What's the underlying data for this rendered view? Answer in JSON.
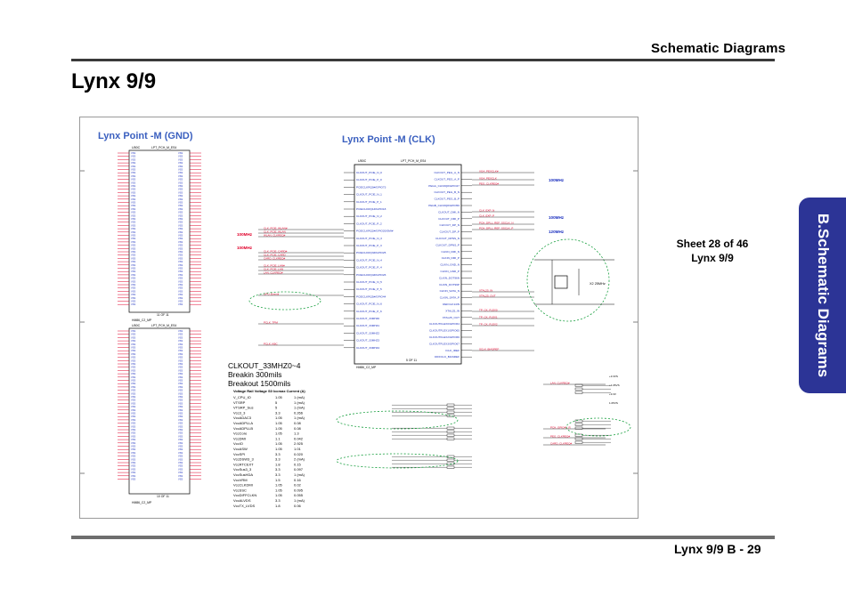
{
  "header": {
    "title": "Schematic Diagrams"
  },
  "page": {
    "heading": "Lynx 9/9"
  },
  "side_tab": {
    "label": "B.Schematic Diagrams"
  },
  "sheet": {
    "line1": "Sheet 28 of 46",
    "line2": "Lynx 9/9"
  },
  "footer": {
    "text": "Lynx 9/9  B - 29"
  },
  "schematic": {
    "gnd_title": "Lynx Point -M (GND)",
    "clk_title": "Lynx Point -M (CLK)",
    "chip_label": "U50C",
    "chip_part": "LPT_PCH_M_ES4",
    "chip1_footer": "11 OF 11",
    "chip2_footer": "10 OF 11",
    "chip3_footer": "5 OF 11",
    "chip_name_gnd": "HM86_C2_MP",
    "freq_100": "100MHz",
    "freq_120": "120MHz",
    "clk_rule1": "CLKOUT_33MHZ0~4",
    "clk_rule2": "Breakin  300mils",
    "clk_rule3": "Breakout  1500mils",
    "table_header": "Voltage Rail   Voltage   S0 Iccmax Current (A)",
    "rails": [
      [
        "V_CPU_IO",
        "1.05",
        "1 (mA)"
      ],
      [
        "VTSRP",
        "5",
        "1 (mA)"
      ],
      [
        "VTSRP_Sus",
        "5",
        "1 (mA)"
      ],
      [
        "Vcc3_3",
        "3.3",
        "0.266"
      ],
      [
        "VccADAC3",
        "1.05",
        "1 (mA)"
      ],
      [
        "VccADPLLA",
        "1.05",
        "0.08"
      ],
      [
        "VccADPLLB",
        "1.05",
        "0.08"
      ],
      [
        "VccCore",
        "1.05",
        "1.3"
      ],
      [
        "VccDMI",
        "1.1",
        "0.042"
      ],
      [
        "VccIO",
        "1.05",
        "2.925"
      ],
      [
        "VccASW",
        "1.05",
        "1.01"
      ],
      [
        "VccSPI",
        "3.3",
        "0.020"
      ],
      [
        "VccDSW3_3",
        "3.3",
        "2 (mA)"
      ],
      [
        "VccRTCEXT",
        "1.8",
        "0.15"
      ],
      [
        "VccSus3_3",
        "3.3",
        "0.097"
      ],
      [
        "VccSusHDA",
        "3.3",
        "1 (mA)"
      ],
      [
        "VccVRM",
        "1.5",
        "0.16"
      ],
      [
        "VccCLKDMI",
        "1.05",
        "0.02"
      ],
      [
        "VccSSC",
        "1.05",
        "0.095"
      ],
      [
        "VccDIFFCLKN",
        "1.05",
        "0.055"
      ],
      [
        "VccALVDS",
        "3.3",
        "1 (mA)"
      ],
      [
        "VccTX_LVDS",
        "1.8",
        "0.06"
      ]
    ],
    "clk_pins": [
      "CLKOUT_PCIE_N_0",
      "CLKOUT_PCIE_P_0",
      "PCIECLKRQ0#/GPIO73",
      "CLKOUT_PCIE_N_1",
      "CLKOUT_PCIE_P_1",
      "PCIECLKRQ1#/GPIO18",
      "CLKOUT_PCIE_N_2",
      "CLKOUT_PCIE_P_2",
      "PCIECLKRQ2#/GPIO20/SMI#",
      "CLKOUT_PCIE_N_3",
      "CLKOUT_PCIE_P_3",
      "PCIECLKRQ3#/GPIO25",
      "CLKOUT_PCIE_N_4",
      "CLKOUT_PCIE_P_4",
      "PCIECLKRQ4#/GPIO26",
      "CLKOUT_PCIE_N_5",
      "CLKOUT_PCIE_P_5",
      "PCIECLKRQ5#/GPIO44",
      "CLKOUT_PCIE_N_6",
      "CLKOUT_PCIE_P_6",
      "CLKOUT_33MHZ0",
      "CLKOUT_33MHZ1",
      "CLKOUT_33MHZ2",
      "CLKOUT_33MHZ3",
      "CLKOUT_33MHZ4"
    ],
    "clk_pins_right": [
      "CLKOUT_PEG_A_N",
      "CLKOUT_PEG_A_P",
      "PEGA_CLKRQ#/GPIO47",
      "CLKOUT_PEG_B_N",
      "CLKOUT_PEG_B_P",
      "PEGB_CLKRQ#/GPIO56",
      "CLKOUT_DMI_N",
      "CLKOUT_DMI_P",
      "CLKOUT_DP_N",
      "CLKOUT_DP_P",
      "CLKOUT_DPNS_N",
      "CLKOUT_DPNS_P",
      "CLKIN_DMI_N",
      "CLKIN_DMI_P",
      "CLKIN_GND_N",
      "CLKIN_GND_P",
      "CLKIN_DOT96N",
      "CLKIN_DOT96P",
      "CLKIN_SATA_N",
      "CLKIN_SATA_P",
      "REFCLK14IN",
      "XTAL25_IN",
      "XTAL25_OUT",
      "CLKOUTFLEX0/GPIO64",
      "CLKOUTFLEX1/GPIO65",
      "CLKOUTFLEX2/GPIO66",
      "CLKOUTFLEX3/GPIO67",
      "ICLK_IREF",
      "DIFFCLK_BIASREF"
    ],
    "gnd_pins": [
      "VSS",
      "VSS",
      "VSS",
      "VSS",
      "VSS",
      "VSS",
      "VSS",
      "VSS",
      "VSS",
      "VSS",
      "VSS",
      "VSS",
      "VSS",
      "VSS",
      "VSS",
      "VSS",
      "VSS",
      "VSS",
      "VSS",
      "VSS",
      "VSS",
      "VSS",
      "VSS",
      "VSS",
      "VSS",
      "VSS",
      "VSS",
      "VSS",
      "VSS",
      "VSS",
      "VSS",
      "VSS",
      "VSS",
      "VSS",
      "VSS",
      "VSS",
      "VSS",
      "VSS",
      "VSS",
      "VSS",
      "VSS",
      "VSS",
      "VSS",
      "VSS",
      "VSS",
      "VSS",
      "VSS",
      "VSS"
    ],
    "nets_left": [
      "CLK_PCIE_WLAN#",
      "CLK_PCIE_WLAN",
      "WLAN_CLKREQ#",
      "CLK_PCIE_CARD#",
      "CLK_PCIE_CARD",
      "CARD_CLKREQ#",
      "CLK_PCIE_LAN#",
      "CLK_PCIE_LAN",
      "LAN_CLKREQ#",
      "GPU_Eventii",
      "PCLK_TPM",
      "PCLK_KBC"
    ],
    "nets_right": [
      "VGA_PEXCLK#",
      "VGA_PEXCLK",
      "PEG_CLKREQ#",
      "CLK_EXP_N",
      "CLK_EXP_P",
      "PCH_DPLL_REF_SSCLK_N",
      "PCH_DPLL_REF_SSCLK_P",
      "XTAL25_IN",
      "XTAL25_OUT",
      "TP_CK_FLEX0",
      "TP_CK_FLEX1",
      "TP_CK_FLEX2",
      "SCLK_BIASREF",
      "LAN_CLKREQ#",
      "PCH_GPIO46_R",
      "PEG_CLKREQ#",
      "CARD_CLKREQ#"
    ],
    "crystal_label": "X2 25MHz",
    "rails_short": [
      "+3.3VS",
      "+1.05VS",
      "+3.3V",
      "1.05VS"
    ]
  }
}
